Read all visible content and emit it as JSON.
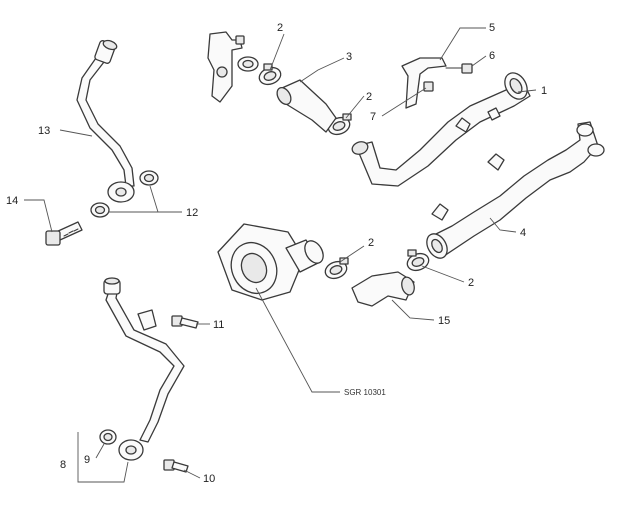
{
  "diagram": {
    "callouts": {
      "c1": "1",
      "c2a": "2",
      "c2b": "2",
      "c2c": "2",
      "c2d": "2",
      "c3": "3",
      "c4": "4",
      "c5": "5",
      "c6": "6",
      "c7": "7",
      "c8": "8",
      "c9": "9",
      "c10": "10",
      "c11": "11",
      "c12": "12",
      "c13": "13",
      "c14": "14",
      "c15": "15"
    },
    "reference": "SGR 10301"
  }
}
